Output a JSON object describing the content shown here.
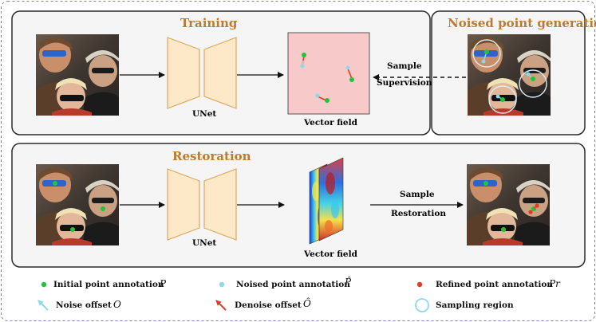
{
  "training": {
    "title": "Training",
    "unet_label": "UNet",
    "vector_field_label": "Vector field"
  },
  "noised_generation": {
    "title": "Noised point generation"
  },
  "link": {
    "line1": "Sample",
    "line2": "Supervision"
  },
  "restoration": {
    "title": "Restoration",
    "unet_label": "UNet",
    "vector_field_label": "Vector field",
    "arrow_line1": "Sample",
    "arrow_line2": "Restoration"
  },
  "legend": {
    "initial_label": "Initial point annotation",
    "initial_symbol": "P",
    "noised_label": "Noised point annotation",
    "noised_symbol": "P̂",
    "refined_label": "Refined point annotation",
    "refined_symbol": "Pr",
    "noise_offset_label": "Noise offset",
    "noise_offset_symbol": "O",
    "denoise_offset_label": "Denoise offset",
    "denoise_offset_symbol": "Ô",
    "sampling_region_label": "Sampling region"
  },
  "colors": {
    "panel_border": "#2b2b2b",
    "title_orange": "#c07a2c",
    "unet_fill": "#fde8c8",
    "unet_stroke": "#e0a860",
    "vector_bg": "#f8c9c9",
    "green_point": "#22c43a",
    "cyan_point": "#8ed8ec",
    "red_point": "#e43a22",
    "outer_dash": "#7f7fb8"
  }
}
